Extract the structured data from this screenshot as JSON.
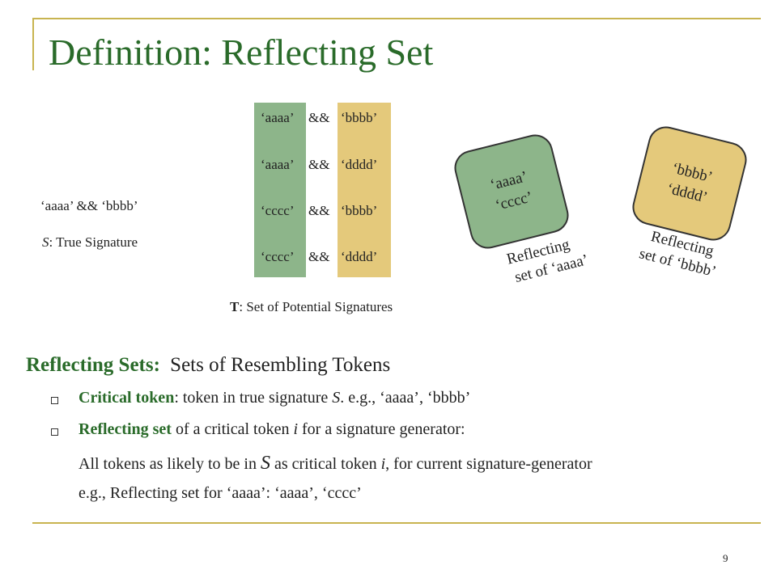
{
  "slide": {
    "title": "Definition: Reflecting Set",
    "page_number": "9"
  },
  "left": {
    "signature": "‘aaaa’ && ‘bbbb’",
    "s_var": "S",
    "s_text": ": True Signature"
  },
  "table": {
    "rows": [
      {
        "left": "‘aaaa’",
        "op": "&&",
        "right": "‘bbbb’"
      },
      {
        "left": "‘aaaa’",
        "op": "&&",
        "right": "‘dddd’"
      },
      {
        "left": "‘cccc’",
        "op": "&&",
        "right": "‘bbbb’"
      },
      {
        "left": "‘cccc’",
        "op": "&&",
        "right": "‘dddd’"
      }
    ],
    "caption_var": "T",
    "caption_text": ": Set of Potential Signatures"
  },
  "cards": {
    "green": {
      "line1": "‘aaaa’",
      "line2": "‘cccc’",
      "label1": "Reflecting",
      "label2": "set of ‘aaaa’"
    },
    "tan": {
      "line1": "‘bbbb’",
      "line2": "‘dddd’",
      "label1": "Reflecting",
      "label2": "set of ‘bbbb’"
    }
  },
  "body": {
    "heading_bold": "Reflecting Sets:",
    "heading_rest": "Sets of Resembling Tokens",
    "b1_bold": "Critical token",
    "b1_a": ": token in true signature ",
    "b1_var": "S",
    "b1_b": ". e.g., ‘aaaa’, ‘bbbb’",
    "b2_bold": "Reflecting set",
    "b2_a": " of a critical token ",
    "b2_var": "i",
    "b2_b": " for a signature generator:",
    "l3_a": "All tokens as likely to be in ",
    "l3_var": "S",
    "l3_b": " as critical token ",
    "l3_var2": "i",
    "l3_c": ", for current signature-generator",
    "l4": "e.g., Reflecting set for ‘aaaa’: ‘aaaa’, ‘cccc’"
  },
  "colors": {
    "title_green": "#2a6b2a",
    "heading_green": "#2a6b2a",
    "column_green": "#8db58a",
    "column_tan": "#e4c97b",
    "rule": "#c8b450"
  }
}
